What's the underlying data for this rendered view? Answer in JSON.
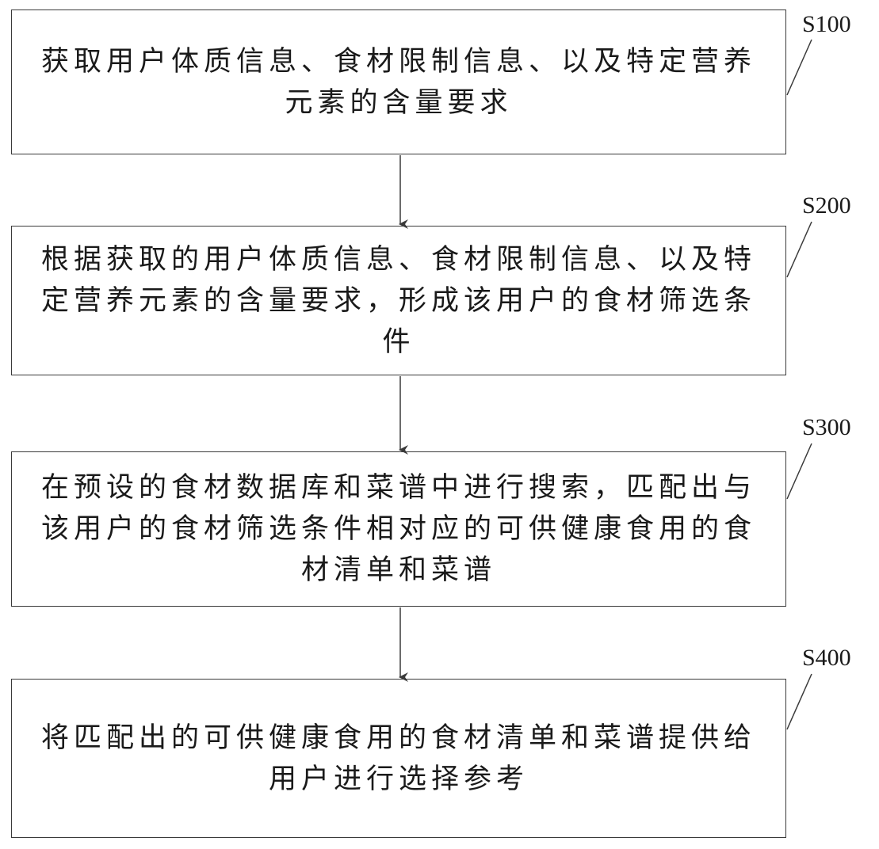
{
  "steps": [
    {
      "id": "S100",
      "text": "获取用户体质信息、食材限制信息、以及特定营养元素的含量要求"
    },
    {
      "id": "S200",
      "text": "根据获取的用户体质信息、食材限制信息、以及特定营养元素的含量要求，形成该用户的食材筛选条件"
    },
    {
      "id": "S300",
      "text": "在预设的食材数据库和菜谱中进行搜索，匹配出与该用户的食材筛选条件相对应的可供健康食用的食材清单和菜谱"
    },
    {
      "id": "S400",
      "text": "将匹配出的可供健康食用的食材清单和菜谱提供给用户进行选择参考"
    }
  ],
  "colors": {
    "line": "#3a3a3a",
    "text": "#1a1a1a"
  }
}
